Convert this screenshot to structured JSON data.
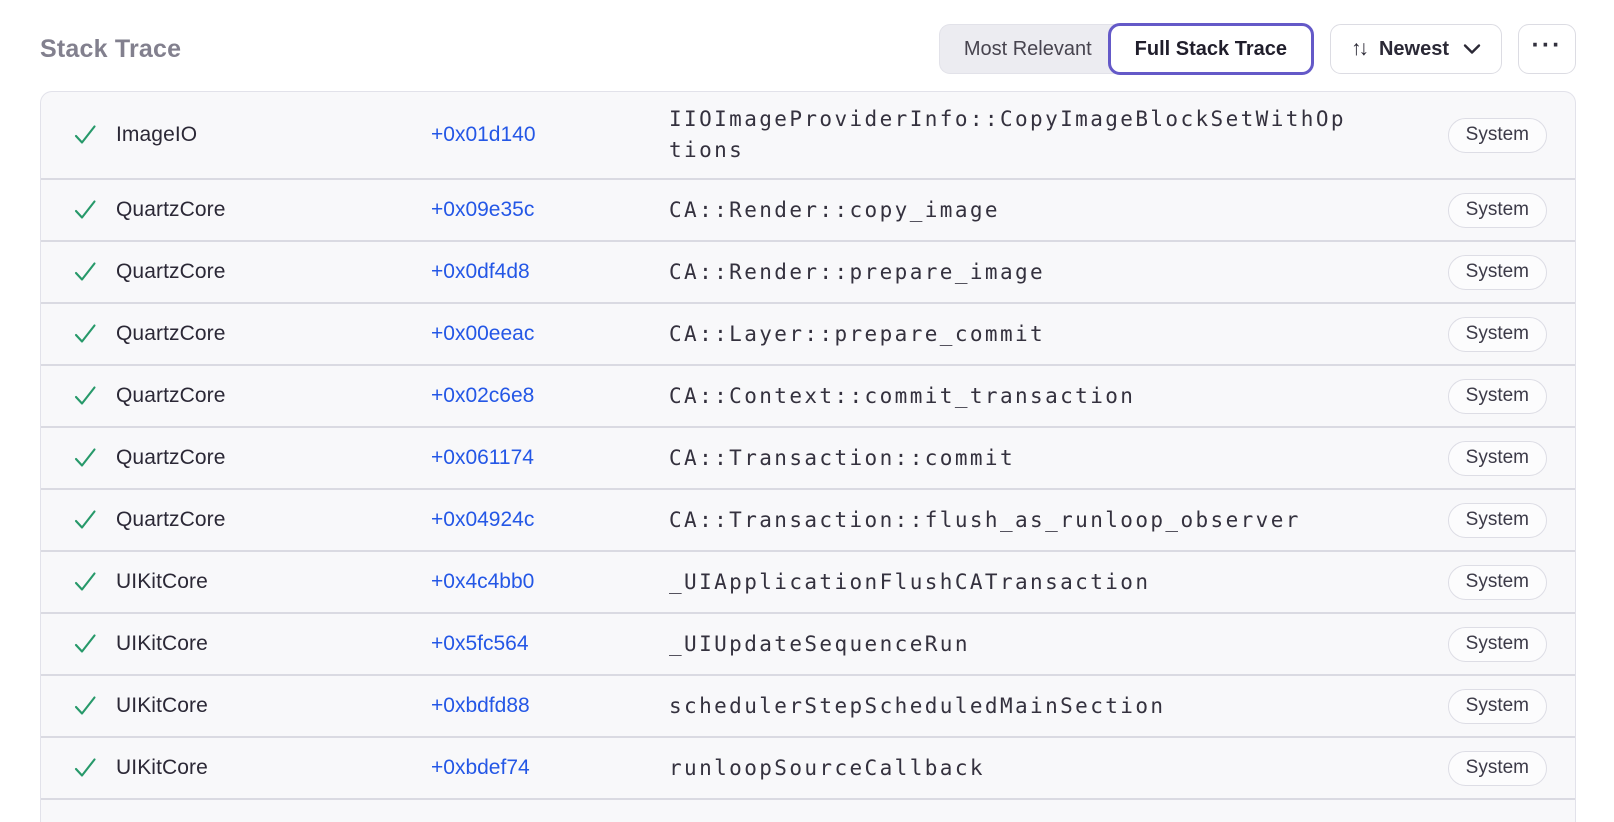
{
  "page": {
    "title": "Stack Trace"
  },
  "toolbar": {
    "view_toggle": [
      {
        "label": "Most Relevant",
        "selected": false
      },
      {
        "label": "Full Stack Trace",
        "selected": true
      }
    ],
    "sort": {
      "icon_glyph": "↑↓",
      "label": "Newest"
    },
    "more": {
      "glyph": "···"
    }
  },
  "colors": {
    "accent_purple": "#6459c8",
    "link_blue": "#2457e6",
    "check_green": "#27996a",
    "title_gray": "#82808e",
    "row_background": "#f8f8fa",
    "divider": "#dadae2",
    "segment_gray": "#ececf1"
  },
  "table": {
    "rows": [
      {
        "status_icon": "check",
        "library": "ImageIO",
        "offset": "+0x01d140",
        "function": "IIOImageProviderInfo::CopyImageBlockSetWithOptions",
        "badge": "System"
      },
      {
        "status_icon": "check",
        "library": "QuartzCore",
        "offset": "+0x09e35c",
        "function": "CA::Render::copy_image",
        "badge": "System"
      },
      {
        "status_icon": "check",
        "library": "QuartzCore",
        "offset": "+0x0df4d8",
        "function": "CA::Render::prepare_image",
        "badge": "System"
      },
      {
        "status_icon": "check",
        "library": "QuartzCore",
        "offset": "+0x00eeac",
        "function": "CA::Layer::prepare_commit",
        "badge": "System"
      },
      {
        "status_icon": "check",
        "library": "QuartzCore",
        "offset": "+0x02c6e8",
        "function": "CA::Context::commit_transaction",
        "badge": "System"
      },
      {
        "status_icon": "check",
        "library": "QuartzCore",
        "offset": "+0x061174",
        "function": "CA::Transaction::commit",
        "badge": "System"
      },
      {
        "status_icon": "check",
        "library": "QuartzCore",
        "offset": "+0x04924c",
        "function": "CA::Transaction::flush_as_runloop_observer",
        "badge": "System"
      },
      {
        "status_icon": "check",
        "library": "UIKitCore",
        "offset": "+0x4c4bb0",
        "function": "_UIApplicationFlushCATransaction",
        "badge": "System"
      },
      {
        "status_icon": "check",
        "library": "UIKitCore",
        "offset": "+0x5fc564",
        "function": "_UIUpdateSequenceRun",
        "badge": "System"
      },
      {
        "status_icon": "check",
        "library": "UIKitCore",
        "offset": "+0xbdfd88",
        "function": "schedulerStepScheduledMainSection",
        "badge": "System"
      },
      {
        "status_icon": "check",
        "library": "UIKitCore",
        "offset": "+0xbdef74",
        "function": "runloopSourceCallback",
        "badge": "System"
      }
    ]
  }
}
